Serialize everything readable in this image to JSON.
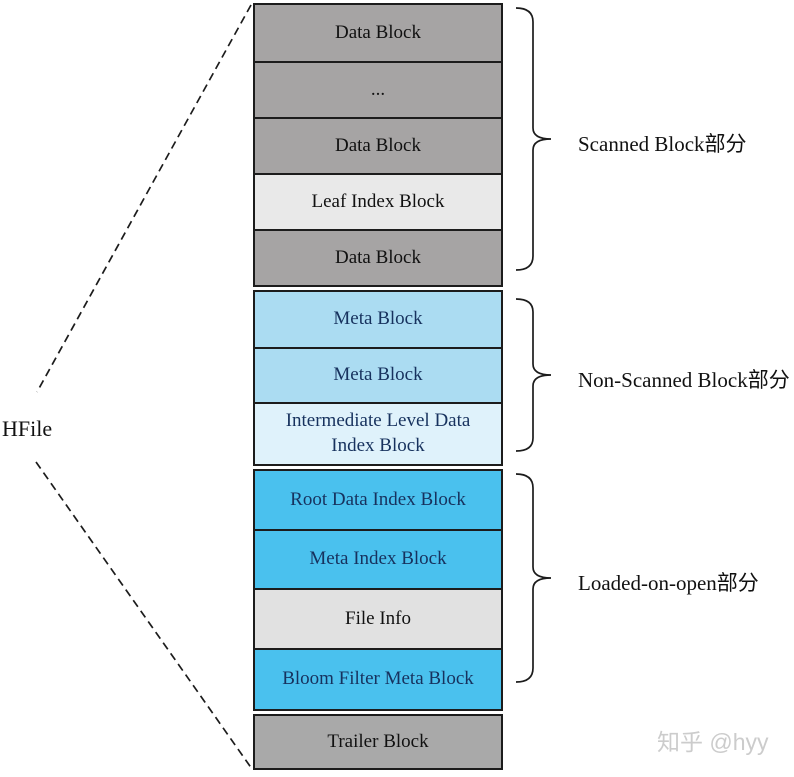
{
  "hfile": {
    "label": "HFile"
  },
  "stack": {
    "groups": [
      {
        "id": "scanned-block-section",
        "brace_label": "Scanned Block部分",
        "blocks": [
          {
            "label": "Data Block"
          },
          {
            "label": "..."
          },
          {
            "label": "Data Block"
          },
          {
            "label": "Leaf Index Block"
          },
          {
            "label": "Data Block"
          }
        ]
      },
      {
        "id": "non-scanned-block-section",
        "brace_label": "Non-Scanned Block部分",
        "blocks": [
          {
            "label": "Meta Block"
          },
          {
            "label": "Meta Block"
          },
          {
            "label": "Intermediate Level Data Index Block"
          }
        ]
      },
      {
        "id": "loaded-on-open-section",
        "brace_label": "Loaded-on-open部分",
        "blocks": [
          {
            "label": "Root Data Index Block"
          },
          {
            "label": "Meta Index Block"
          },
          {
            "label": "File Info"
          },
          {
            "label": "Bloom Filter Meta Block"
          }
        ]
      },
      {
        "id": "trailer-section",
        "blocks": [
          {
            "label": "Trailer Block"
          }
        ]
      }
    ]
  },
  "watermark": {
    "text": "知乎 @hyy"
  },
  "colors": {
    "data_block_gray": "#a6a4a4",
    "leaf_index_gray": "#e9e9e9",
    "file_info_gray": "#e1e1e1",
    "meta_block_blue": "#abdcf2",
    "intermediate_pale_blue": "#dff2fb",
    "loaded_bright_blue": "#4ac1ee",
    "trailer_gray": "#a9a9a9",
    "block_text_navy": "#17325e",
    "line_black": "#1c1c1c",
    "watermark_gray": "#cccccc"
  }
}
